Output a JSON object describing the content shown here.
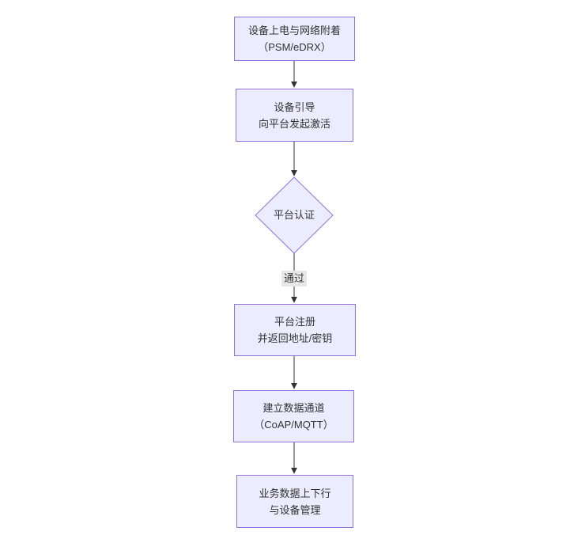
{
  "diagram": {
    "type": "flowchart",
    "direction": "top-down",
    "background": "#ffffff",
    "colors": {
      "node_fill": "#ECECFF",
      "node_border": "#9370DB",
      "edge_line": "#333333",
      "text": "#333333",
      "edge_label_bg": "#e8e8e8"
    },
    "nodes": [
      {
        "id": "power-attach",
        "shape": "rect",
        "lines": [
          "设备上电与网络附着",
          "（PSM/eDRX）"
        ]
      },
      {
        "id": "bootstrap",
        "shape": "rect",
        "lines": [
          "设备引导",
          "向平台发起激活"
        ]
      },
      {
        "id": "auth",
        "shape": "diamond",
        "lines": [
          "平台认证"
        ]
      },
      {
        "id": "register",
        "shape": "rect",
        "lines": [
          "平台注册",
          "并返回地址/密钥"
        ]
      },
      {
        "id": "channel",
        "shape": "rect",
        "lines": [
          "建立数据通道",
          "（CoAP/MQTT）"
        ]
      },
      {
        "id": "business",
        "shape": "rect",
        "lines": [
          "业务数据上下行",
          "与设备管理"
        ]
      }
    ],
    "edges": [
      {
        "from": "power-attach",
        "to": "bootstrap",
        "label": ""
      },
      {
        "from": "bootstrap",
        "to": "auth",
        "label": ""
      },
      {
        "from": "auth",
        "to": "register",
        "label": "通过"
      },
      {
        "from": "register",
        "to": "channel",
        "label": ""
      },
      {
        "from": "channel",
        "to": "business",
        "label": ""
      }
    ]
  }
}
